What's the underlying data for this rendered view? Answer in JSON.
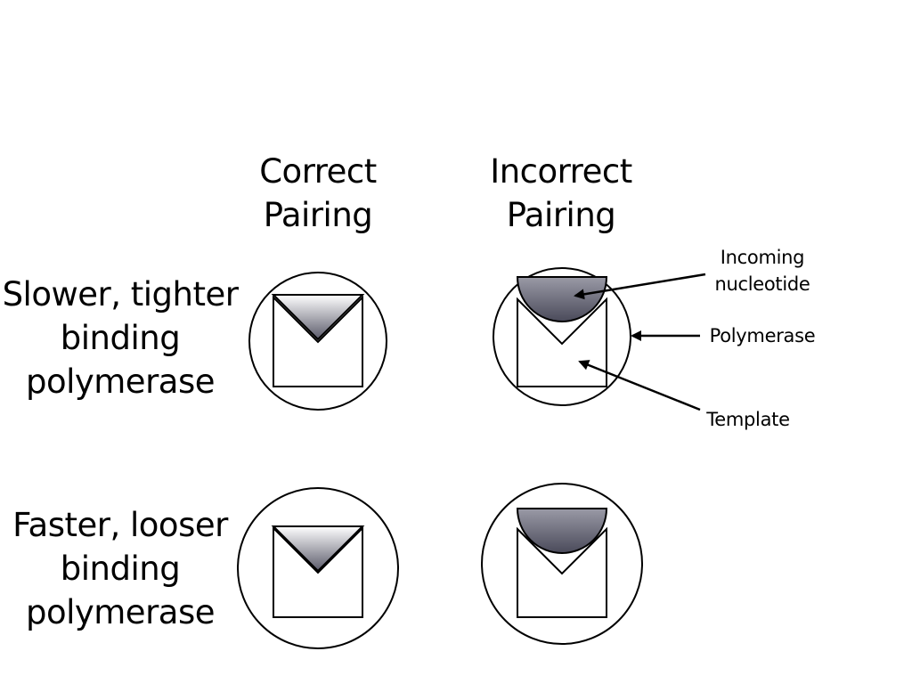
{
  "columns": {
    "correct": {
      "line1": "Correct",
      "line2": "Pairing"
    },
    "incorrect": {
      "line1": "Incorrect",
      "line2": "Pairing"
    }
  },
  "rows": {
    "slower": {
      "line1": "Slower, tighter",
      "line2": "binding",
      "line3": "polymerase"
    },
    "faster": {
      "line1": "Faster, looser",
      "line2": "binding",
      "line3": "polymerase"
    }
  },
  "callouts": {
    "nucleotide": {
      "line1": "Incoming",
      "line2": "nucleotide"
    },
    "polymerase": "Polymerase",
    "template": "Template"
  },
  "colors": {
    "line": "#000000",
    "nucleotide_light": "#ffffff",
    "nucleotide_dark": "#5a5a6a",
    "background": "#ffffff"
  }
}
